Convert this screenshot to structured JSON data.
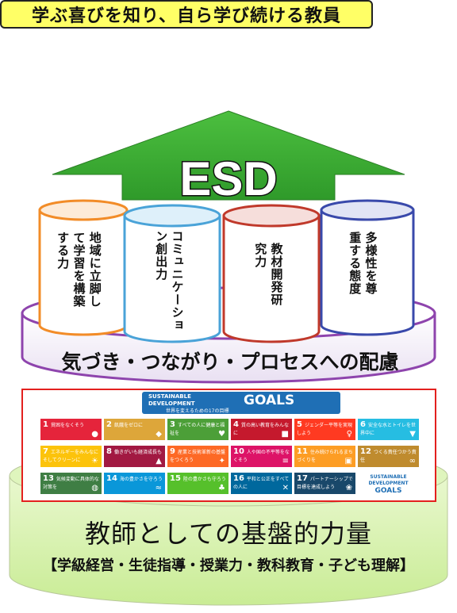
{
  "top_banner": "学ぶ喜びを知り、自ら学び続ける教員",
  "arrow_label": "ESD",
  "pillars": [
    {
      "text": "地域に立脚して学習を構築する力",
      "color": "#f28c28"
    },
    {
      "text": "コミュニケーション創出力",
      "color": "#4aa3d8"
    },
    {
      "text": "教材開発研究力",
      "color": "#c0392b"
    },
    {
      "text": "多様性を尊重する態度",
      "color": "#3949ab"
    }
  ],
  "ring_label": "気づき・つながり・プロセスへの配慮",
  "sdgs": {
    "header_line1": "SUSTAINABLE",
    "header_line2": "DEVELOPMENT",
    "header_goals": "GOALS",
    "header_sub": "世界を変えるための17の目標",
    "goals": [
      {
        "n": "1",
        "t": "貧困をなくそう",
        "c": "#e5243b"
      },
      {
        "n": "2",
        "t": "飢餓をゼロに",
        "c": "#dda63a"
      },
      {
        "n": "3",
        "t": "すべての人に健康と福祉を",
        "c": "#4c9f38"
      },
      {
        "n": "4",
        "t": "質の高い教育をみんなに",
        "c": "#c5192d"
      },
      {
        "n": "5",
        "t": "ジェンダー平等を実現しよう",
        "c": "#ff3a21"
      },
      {
        "n": "6",
        "t": "安全な水とトイレを世界中に",
        "c": "#26bde2"
      },
      {
        "n": "7",
        "t": "エネルギーをみんなに そしてクリーンに",
        "c": "#fcc30b"
      },
      {
        "n": "8",
        "t": "働きがいも経済成長も",
        "c": "#a21942"
      },
      {
        "n": "9",
        "t": "産業と技術革新の基盤をつくろう",
        "c": "#fd6925"
      },
      {
        "n": "10",
        "t": "人や国の不平等をなくそう",
        "c": "#dd1367"
      },
      {
        "n": "11",
        "t": "住み続けられるまちづくりを",
        "c": "#fd9d24"
      },
      {
        "n": "12",
        "t": "つくる責任つかう責任",
        "c": "#bf8b2e"
      },
      {
        "n": "13",
        "t": "気候変動に具体的な対策を",
        "c": "#3f7e44"
      },
      {
        "n": "14",
        "t": "海の豊かさを守ろう",
        "c": "#0a97d9"
      },
      {
        "n": "15",
        "t": "陸の豊かさも守ろう",
        "c": "#56c02b"
      },
      {
        "n": "16",
        "t": "平和と公正をすべての人に",
        "c": "#00689d"
      },
      {
        "n": "17",
        "t": "パートナーシップで目標を達成しよう",
        "c": "#19486a"
      }
    ],
    "logo_tile": {
      "line1": "SUSTAINABLE",
      "line2": "DEVELOPMENT",
      "line3": "GOALS"
    }
  },
  "base_title": "教師としての基盤的力量",
  "base_sub": "【学級経営・生徒指導・授業力・教科教育・子ども理解】",
  "colors": {
    "arrow": "#3aa935",
    "ring_border": "#8e44ad",
    "base": "#d9f2b0",
    "frame": "#e3201e"
  }
}
